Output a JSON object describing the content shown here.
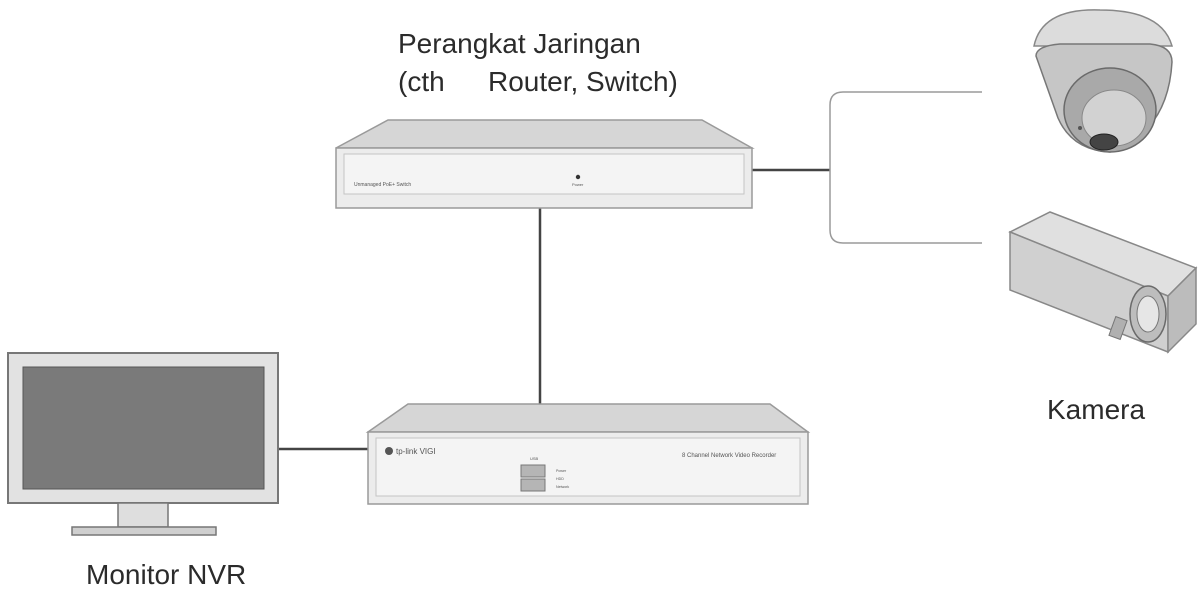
{
  "labels": {
    "network_device_line1": "Perangkat Jaringan",
    "network_device_line2_a": "(cth",
    "network_device_line2_b": "Router, Switch)",
    "camera": "Kamera",
    "monitor": "Monitor NVR"
  },
  "device_text": {
    "switch_front": "Unmanaged PoE+ Switch",
    "switch_power": "Power",
    "nvr_brand": "tp-link VIGI",
    "nvr_model": "8 Channel Network Video Recorder",
    "nvr_ports": "USB",
    "nvr_led_1": "Power",
    "nvr_led_2": "HDD",
    "nvr_led_3": "Network"
  },
  "colors": {
    "line": "#444444",
    "device_top": "#d6d6d6",
    "device_front": "#ececec",
    "device_edge": "#9a9a9a",
    "screen": "#7a7a7a",
    "text": "#2b2b2b"
  },
  "icons": [
    "network-switch",
    "nvr",
    "monitor",
    "dome-camera",
    "bullet-camera"
  ]
}
